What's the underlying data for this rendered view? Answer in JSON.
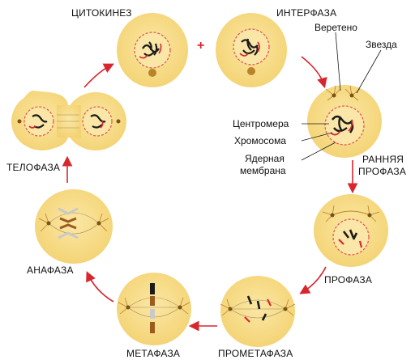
{
  "colors": {
    "cell_fill": "#f7dc8a",
    "cell_edge": "#f0cc66",
    "nucleus_fill": "#fae6a6",
    "membrane": "#e3524a",
    "chromosome_dark": "#1a1a1a",
    "chromosome_red": "#d8262e",
    "chromosome_brown": "#9b5a1e",
    "chromosome_gray": "#c9c9c9",
    "aster": "#b8842a",
    "arrow": "#d8262e"
  },
  "stages": {
    "cytokinesis": "ЦИТОКИНЕЗ",
    "interphase": "ИНТЕРФАЗА",
    "early_prophase_line1": "РАННЯЯ",
    "early_prophase_line2": "ПРОФАЗА",
    "prophase": "ПРОФАЗА",
    "prometaphase": "ПРОМЕТАФАЗА",
    "metaphase": "МЕТАФАЗА",
    "anaphase": "АНАФАЗА",
    "telophase": "ТЕЛОФАЗА"
  },
  "parts": {
    "spindle": "Веретено",
    "aster": "Звезда",
    "centromere": "Центромера",
    "chromosome": "Хромосома",
    "nuclear_membrane_line1": "Ядерная",
    "nuclear_membrane_line2": "мембрана"
  },
  "plus_sign": "+"
}
